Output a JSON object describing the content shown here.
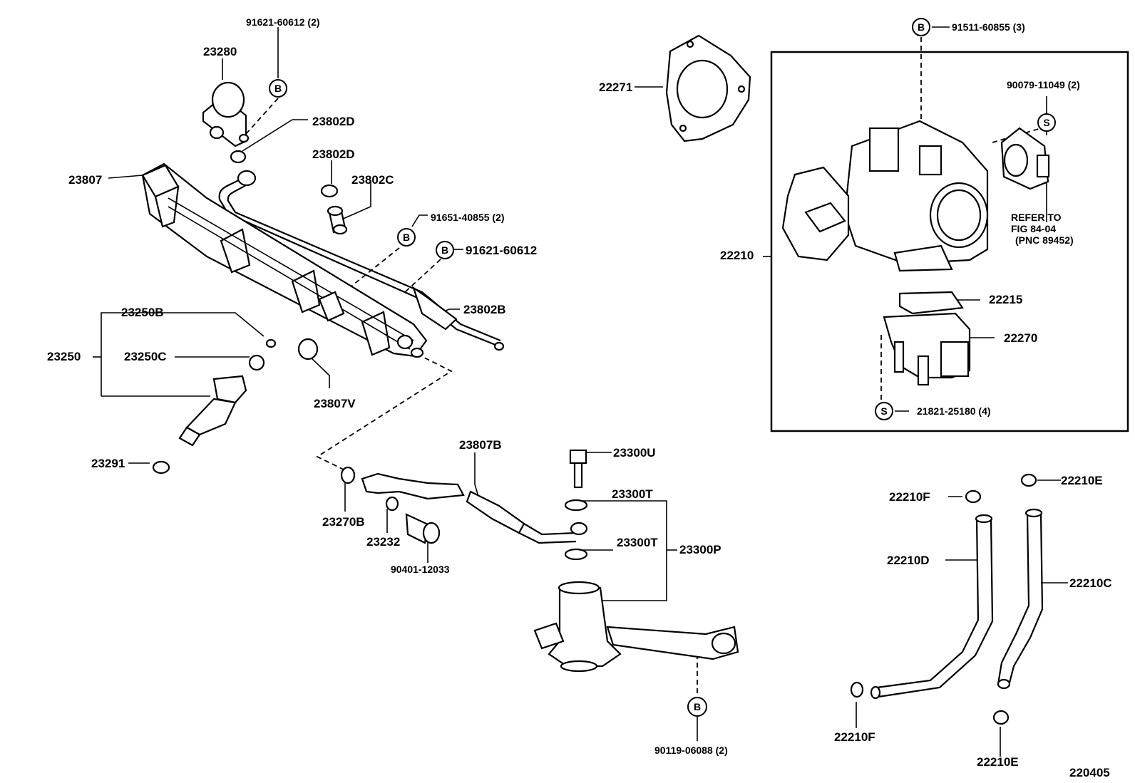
{
  "labels": {
    "p91621_top": "91621-60612 (2)",
    "p23280": "23280",
    "p23802D_a": "23802D",
    "p23802D_b": "23802D",
    "p23802C": "23802C",
    "p23807": "23807",
    "p91651": "91651-40855 (2)",
    "p91621_mid": "91621-60612",
    "p23802B": "23802B",
    "p23250B": "23250B",
    "p23250": "23250",
    "p23250C": "23250C",
    "p23807V": "23807V",
    "p23291": "23291",
    "p23807B": "23807B",
    "p23300U": "23300U",
    "p23300T_a": "23300T",
    "p23300T_b": "23300T",
    "p23300P": "23300P",
    "p23270B": "23270B",
    "p23232": "23232",
    "p90401": "90401-12033",
    "p90119": "90119-06088 (2)",
    "p22271": "22271",
    "p91511": "91511-60855 (3)",
    "p90079": "90079-11049 (2)",
    "refer1": "REFER TO",
    "refer2": "FIG 84-04",
    "refer3": "(PNC 89452)",
    "p22210": "22210",
    "p22215": "22215",
    "p22270": "22270",
    "p21821": "21821-25180 (4)",
    "p22210F_a": "22210F",
    "p22210E_a": "22210E",
    "p22210D": "22210D",
    "p22210C": "22210C",
    "p22210F_b": "22210F",
    "p22210E_b": "22210E",
    "figno": "220405"
  },
  "badges": {
    "b_top": "B",
    "b_91651": "B",
    "b_91621": "B",
    "b_90119": "B",
    "b_91511": "B",
    "s_90079": "S",
    "s_21821": "S"
  }
}
